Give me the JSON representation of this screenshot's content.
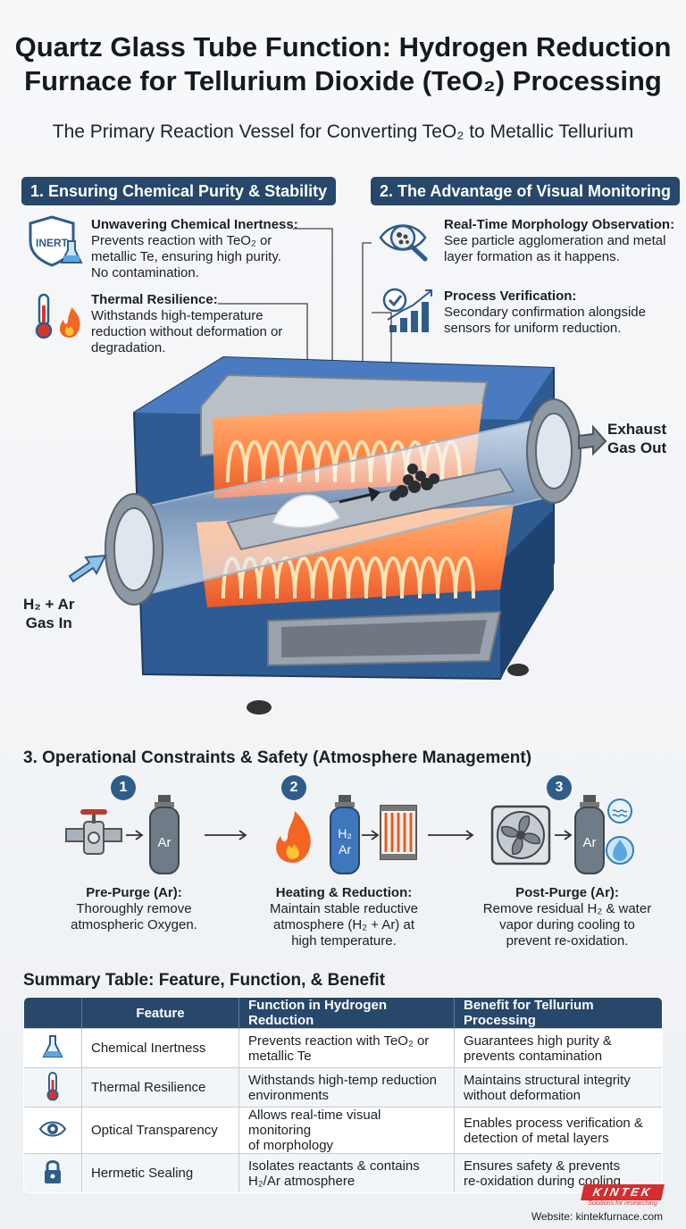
{
  "header": {
    "title_line1": "Quartz Glass Tube Function: Hydrogen Reduction",
    "title_line2": "Furnace for Tellurium Dioxide (TeO₂) Processing",
    "subtitle": "The Primary Reaction Vessel for Converting TeO₂ to Metallic Tellurium"
  },
  "section1": {
    "heading": "1. Ensuring Chemical Purity & Stability",
    "badge_text": "INERT",
    "items": [
      {
        "title": "Unwavering Chemical Inertness:",
        "text1": "Prevents reaction with TeO₂ or",
        "text2": "metallic Te, ensuring high purity.",
        "text3": "No contamination."
      },
      {
        "title": "Thermal Resilience:",
        "text1": "Withstands high-temperature",
        "text2": "reduction without deformation or",
        "text3": "degradation."
      }
    ]
  },
  "section2": {
    "heading": "2. The Advantage of Visual Monitoring",
    "items": [
      {
        "title": "Real-Time Morphology Observation:",
        "text1": "See particle agglomeration and metal",
        "text2": "layer formation as it happens."
      },
      {
        "title": "Process Verification:",
        "text1": "Secondary confirmation alongside",
        "text2": "sensors for uniform reduction."
      }
    ]
  },
  "furnace": {
    "exhaust_line1": "Exhaust",
    "exhaust_line2": "Gas Out",
    "inlet_line1": "H₂ + Ar",
    "inlet_line2": "Gas In"
  },
  "section3": {
    "heading": "3. Operational Constraints & Safety (Atmosphere Management)",
    "steps": [
      {
        "num": "1",
        "cylinder": "Ar",
        "title": "Pre-Purge (Ar):",
        "text1": "Thoroughly remove",
        "text2": "atmospheric Oxygen.",
        "text3": ""
      },
      {
        "num": "2",
        "cylinder_l1": "H₂",
        "cylinder_l2": "Ar",
        "title": "Heating & Reduction:",
        "text1": "Maintain stable reductive",
        "text2": "atmosphere (H₂ + Ar) at",
        "text3": "high temperature."
      },
      {
        "num": "3",
        "cylinder": "Ar",
        "title": "Post-Purge (Ar):",
        "text1": "Remove residual H₂ & water",
        "text2": "vapor during cooling to",
        "text3": "prevent re-oxidation."
      }
    ]
  },
  "summary": {
    "heading": "Summary Table: Feature, Function, & Benefit",
    "columns": [
      "Feature",
      "Function in Hydrogen Reduction",
      "Benefit for Tellurium Processing"
    ],
    "rows": [
      {
        "icon": "flask-icon",
        "feature": "Chemical Inertness",
        "function1": "Prevents reaction with TeO₂ or",
        "function2": "metallic Te",
        "benefit1": "Guarantees high purity &",
        "benefit2": "prevents contamination"
      },
      {
        "icon": "thermometer-icon",
        "feature": "Thermal Resilience",
        "function1": "Withstands high-temp reduction",
        "function2": "environments",
        "benefit1": "Maintains structural integrity",
        "benefit2": "without deformation"
      },
      {
        "icon": "eye-icon",
        "feature": "Optical Transparency",
        "function1": "Allows real-time visual monitoring",
        "function2": "of morphology",
        "benefit1": "Enables process verification &",
        "benefit2": "detection of metal layers"
      },
      {
        "icon": "lock-icon",
        "feature": "Hermetic Sealing",
        "function1": "Isolates reactants & contains",
        "function2": "H₂/Ar atmosphere",
        "benefit1": "Ensures safety & prevents",
        "benefit2": "re-oxidation during cooling"
      }
    ]
  },
  "footer": {
    "logo": "KINTEK",
    "tagline": "Solutions for researching",
    "website": "Website: kintekfurnace.com"
  },
  "colors": {
    "navy": "#27476b",
    "furnace_blue": "#3b67a8",
    "heater_orange": "#ff6a2a",
    "accent_red": "#d42e2e"
  }
}
